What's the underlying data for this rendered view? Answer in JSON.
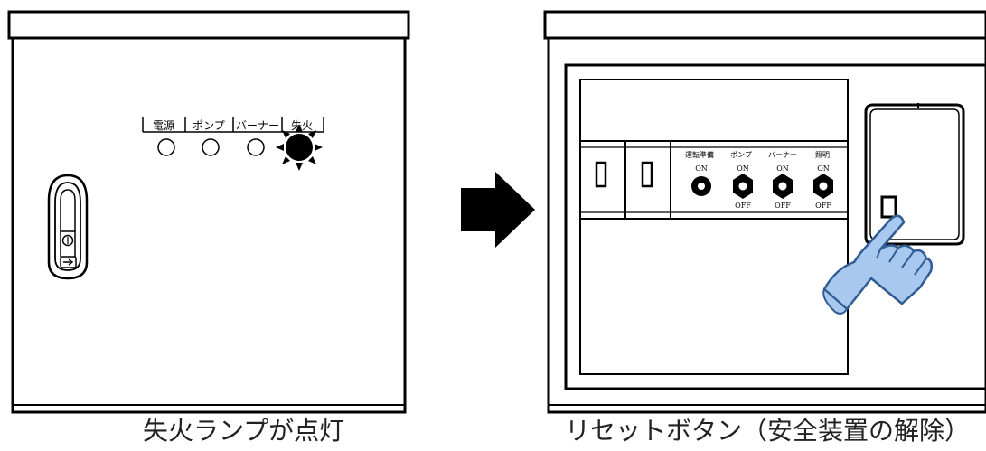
{
  "left_panel": {
    "lamp_labels": [
      "電源",
      "ポンプ",
      "バーナー",
      "失火"
    ],
    "lit_lamp": "失火",
    "caption": "失火ランプが点灯"
  },
  "right_panel": {
    "switch_labels": [
      "運転準備",
      "ポンプ",
      "バーナー",
      "照明"
    ],
    "on_label": "ON",
    "off_label": "OFF",
    "caption": "リセットボタン（安全装置の解除）"
  },
  "arrow": {
    "direction": "right"
  },
  "icons": [
    "door-handle-icon",
    "key-icon",
    "glowing-lamp-icon",
    "pointing-hand-icon",
    "right-arrow-icon"
  ],
  "colors": {
    "line": "#000000",
    "panel": "#ffffff",
    "hand_fill": "#a9c8ef",
    "hand_stroke": "#2f5d93"
  }
}
